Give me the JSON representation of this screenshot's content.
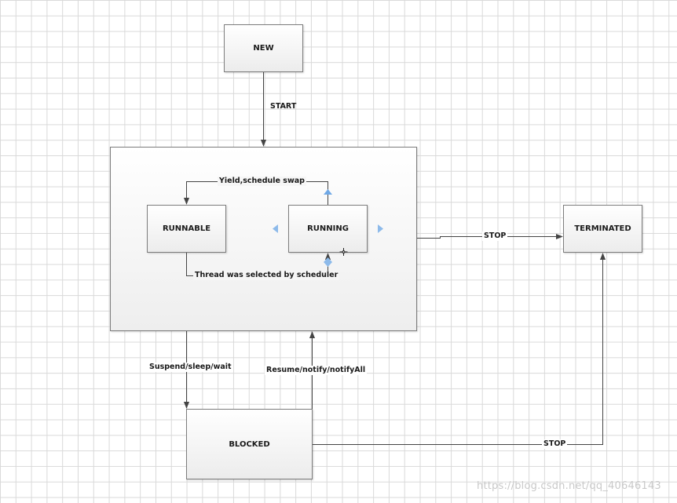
{
  "states": {
    "new": "NEW",
    "runnable": "RUNNABLE",
    "running": "RUNNING",
    "terminated": "TERMINATED",
    "blocked": "BLOCKED"
  },
  "transitions": {
    "start": "START",
    "yield": "Yield,schedule swap",
    "selected": "Thread was selected by scheduler",
    "stop_active": "STOP",
    "suspend": "Suspend/sleep/wait",
    "resume": "Resume/notify/notifyAll",
    "stop_blocked": "STOP"
  },
  "watermark": "https://blog.csdn.net/qq_40646143",
  "colors": {
    "grid": "#d9d9d9",
    "line": "#444444",
    "handle": "#6fa8e6"
  }
}
